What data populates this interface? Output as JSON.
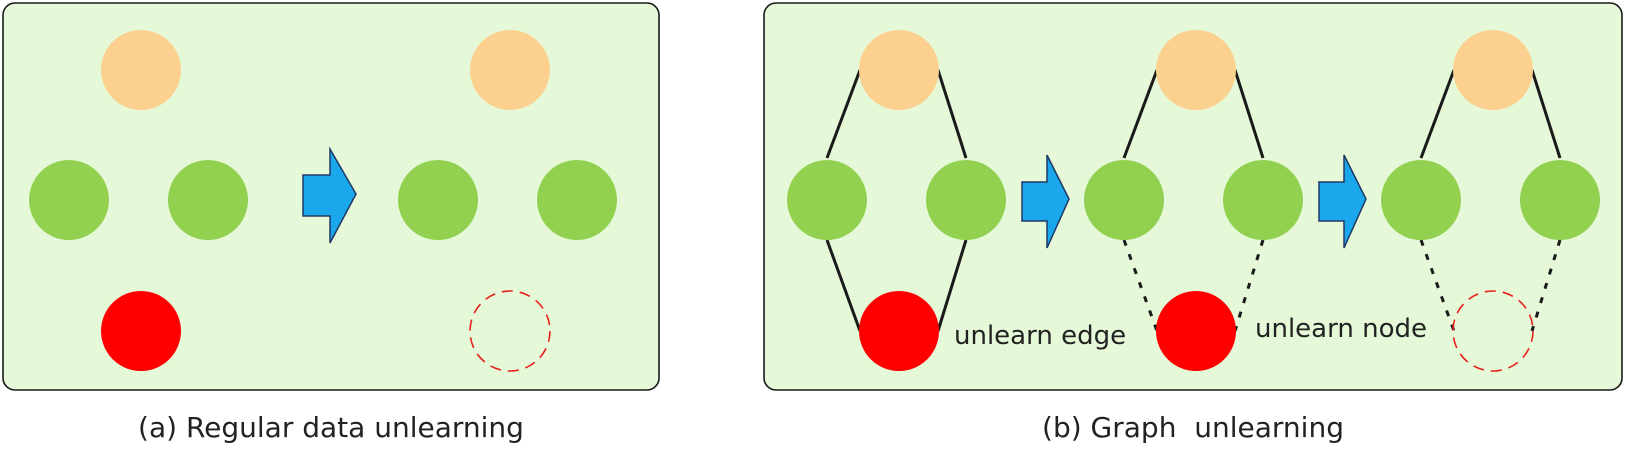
{
  "colors": {
    "panel_fill": "#e5f9d8",
    "panel_border": "#1a1a1a",
    "node_top": "#fcd190",
    "node_middle": "#92d050",
    "node_removed": "#ff0000",
    "removed_outline": "#e8201c",
    "arrow_fill": "#1aa7ec",
    "arrow_border": "#1f3864",
    "edge": "#1a1a1a"
  },
  "panel_a": {
    "caption": "(a) Regular data unlearning"
  },
  "panel_b": {
    "caption": "(b) Graph  unlearning",
    "label_edge": "unlearn edge",
    "label_node": "unlearn node"
  }
}
